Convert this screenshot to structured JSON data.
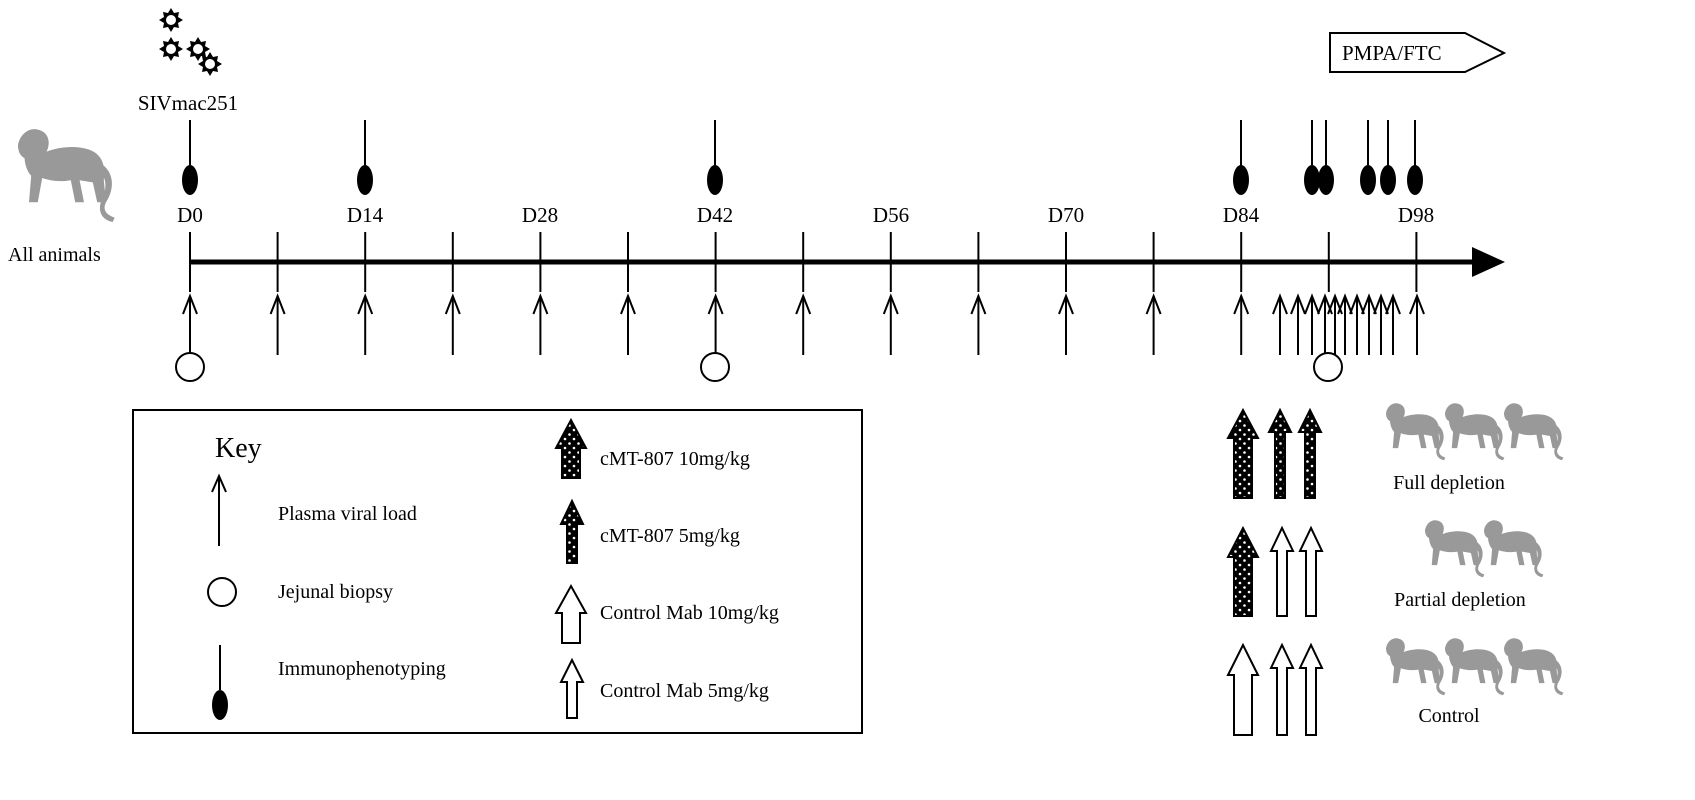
{
  "virus": {
    "label": "SIVmac251",
    "icon": "virus-particles-icon"
  },
  "treatment": {
    "label": "PMPA/FTC"
  },
  "all_animals": {
    "label": "All animals",
    "icon": "monkey-icon"
  },
  "timeline": {
    "days": [
      "D0",
      "D14",
      "D28",
      "D42",
      "D56",
      "D70",
      "D84",
      "D98"
    ]
  },
  "key": {
    "title": "Key",
    "items": [
      {
        "symbol": "thin-arrow",
        "label": "Plasma viral load"
      },
      {
        "symbol": "circle",
        "label": "Jejunal biopsy"
      },
      {
        "symbol": "stick-oval",
        "label": "Immunophenotyping"
      },
      {
        "symbol": "wide-dotted-arrow",
        "label": "cMT-807 10mg/kg"
      },
      {
        "symbol": "narrow-dotted-arrow",
        "label": "cMT-807 5mg/kg"
      },
      {
        "symbol": "wide-open-arrow",
        "label": "Control Mab 10mg/kg"
      },
      {
        "symbol": "narrow-open-arrow",
        "label": "Control Mab 5mg/kg"
      }
    ]
  },
  "groups": [
    {
      "label": "Full depletion",
      "animals": 3
    },
    {
      "label": "Partial depletion",
      "animals": 2
    },
    {
      "label": "Control",
      "animals": 3
    }
  ],
  "colors": {
    "ink": "#000000",
    "monkey": "#999999",
    "background": "#ffffff"
  }
}
